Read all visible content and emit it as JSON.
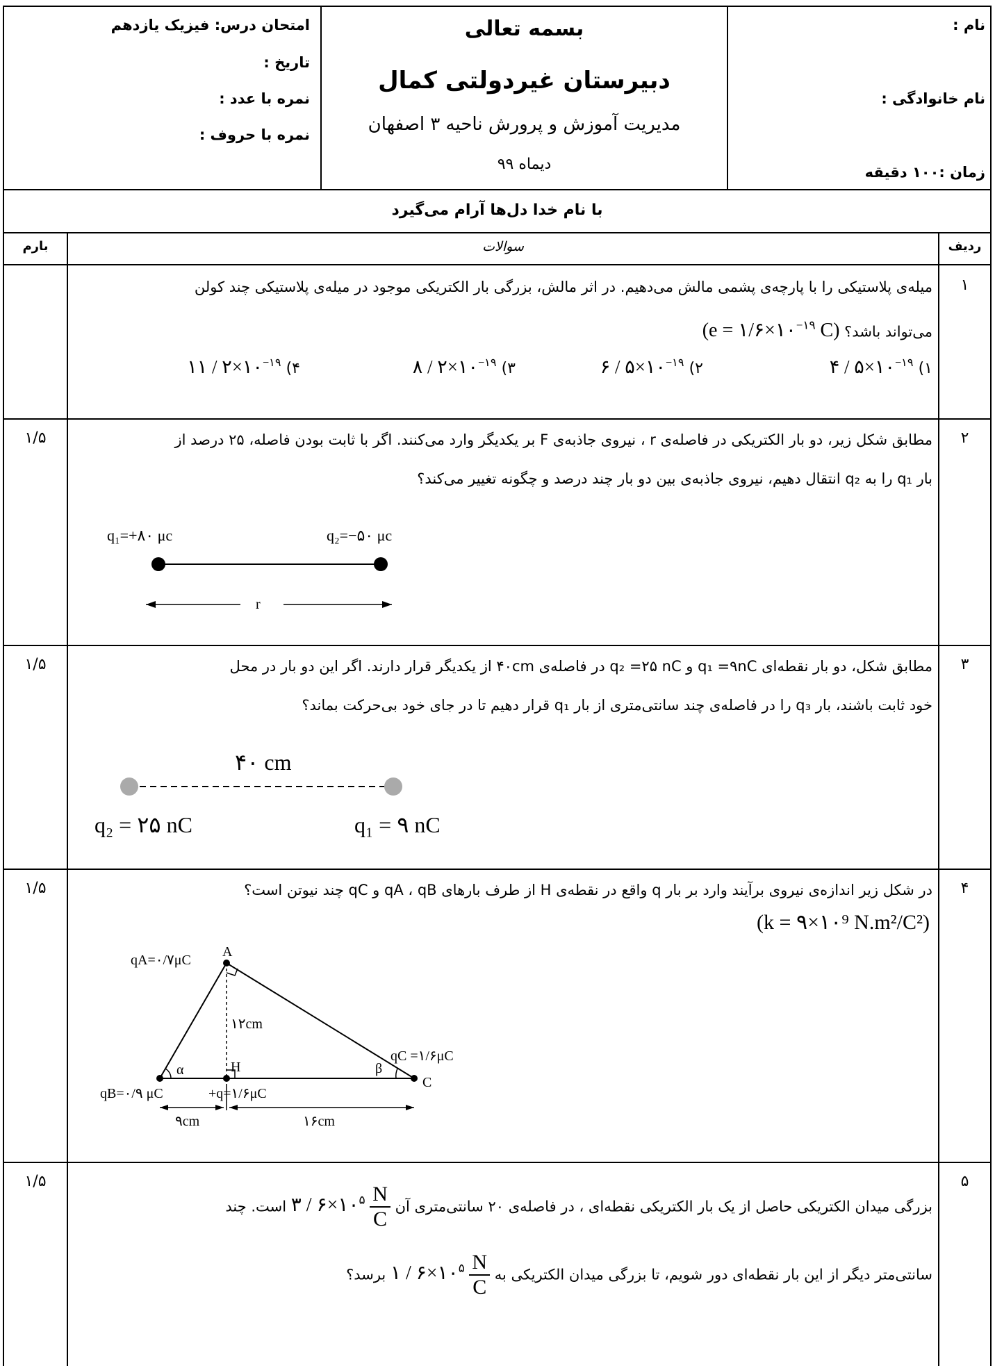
{
  "header": {
    "name_label": "نام :",
    "family_label": "نام خانوادگی :",
    "time_label": "زمان :۱۰۰ دقیقه",
    "bismillah": "بسمه تعالی",
    "school": "دبیرستان غیردولتی کمال",
    "district": "مدیریت آموزش و پرورش ناحیه ۳ اصفهان",
    "month": "دیماه ۹۹",
    "exam_label": "امتحان درس: فیزیک یازدهم",
    "date_label": "تاریخ :",
    "score_number_label": "نمره با عدد :",
    "score_word_label": "نمره با حروف :",
    "motto": "با نام خدا دل‌ها آرام می‌گیرد"
  },
  "columns": {
    "row": "ردیف",
    "questions": "سوالات",
    "score": "بارم"
  },
  "questions": [
    {
      "number": "۱",
      "score": "",
      "text_line1": "میله‌ی پلاستیکی را با پارچه‌ی پشمی مالش می‌دهیم. در اثر مالش، بزرگی بار الکتریکی موجود در میله‌ی پلاستیکی چند کولن",
      "text_line2": "می‌تواند باشد؟",
      "constant": "(e = ۱/۶×۱۰",
      "constant_exp": "−۱۹",
      "constant_unit": " C)",
      "options": [
        {
          "label": "۱)",
          "value": "۴ / ۵×۱۰",
          "exp": "−۱۹"
        },
        {
          "label": "۲)",
          "value": "۶ / ۵×۱۰",
          "exp": "−۱۹"
        },
        {
          "label": "۳)",
          "value": "۸ / ۲×۱۰",
          "exp": "−۱۹"
        },
        {
          "label": "۴)",
          "value": "۱۱ / ۲×۱۰",
          "exp": "−۱۹"
        }
      ]
    },
    {
      "number": "۲",
      "score": "۱/۵",
      "text_line1": "مطابق شکل زیر، دو بار الکتریکی در فاصله‌ی r ، نیروی جاذبه‌ی F بر یکدیگر وارد می‌کنند. اگر با ثابت بودن فاصله، ۲۵ درصد از",
      "text_line2": "بار q₁ را به q₂ انتقال دهیم، نیروی جاذبه‌ی بین دو بار چند درصد و چگونه تغییر می‌کند؟",
      "fig_q1": "q₁=+۸۰ μc",
      "fig_q2": "q₂=−۵۰ μc",
      "fig_r": "r"
    },
    {
      "number": "۳",
      "score": "۱/۵",
      "text_line1": "مطابق شکل، دو بار نقطه‌ای q₁ =۹nC و q₂ =۲۵ nC در فاصله‌ی ۴۰cm از یکدیگر قرار دارند. اگر این دو بار در محل",
      "text_line2": "خود ثابت باشند، بار q₃ را در فاصله‌ی چند سانتی‌متری از بار q₁ قرار دهیم تا در جای خود بی‌حرکت بماند؟",
      "fig_distance": "۴۰ cm",
      "fig_q2": "q₂ = ۲۵ nC",
      "fig_q1": "q₁ = ۹ nC"
    },
    {
      "number": "۴",
      "score": "۱/۵",
      "text_line1": "در شکل زیر اندازه‌ی نیروی برآیند وارد بر بار q واقع در نقطه‌ی H از طرف بارهای qA ، qB و qC چند نیوتن است؟",
      "constant": "(k = ۹×۱۰⁹ N.m²/C²)",
      "fig_qA": "qA=۰/۷μC",
      "fig_A": "A",
      "fig_height": "۱۲cm",
      "fig_H": "H",
      "fig_alpha": "α",
      "fig_beta": "β",
      "fig_qC": "qC =۱/۶μC",
      "fig_C": "C",
      "fig_qB": "qB=۰/۹ μC",
      "fig_q": "+q=۱/۶μC",
      "fig_d1": "۹cm",
      "fig_d2": "۱۶cm"
    },
    {
      "number": "۵",
      "score": "۱/۵",
      "text_line1_a": "بزرگی میدان الکتریکی حاصل از یک بار الکتریکی نقطه‌ای ، در فاصله‌ی ۲۰ سانتی‌متری آن",
      "text_line1_val": "۳ / ۶×۱۰",
      "text_line1_exp": "۵",
      "text_line1_b": "است. چند",
      "text_line2_a": "سانتی‌متر دیگر از این بار نقطه‌ای دور شویم، تا بزرگی میدان الکتریکی به",
      "text_line2_val": "۱ / ۶×۱۰",
      "text_line2_exp": "۵",
      "text_line2_b": "برسد؟",
      "unit_num": "N",
      "unit_den": "C"
    }
  ]
}
